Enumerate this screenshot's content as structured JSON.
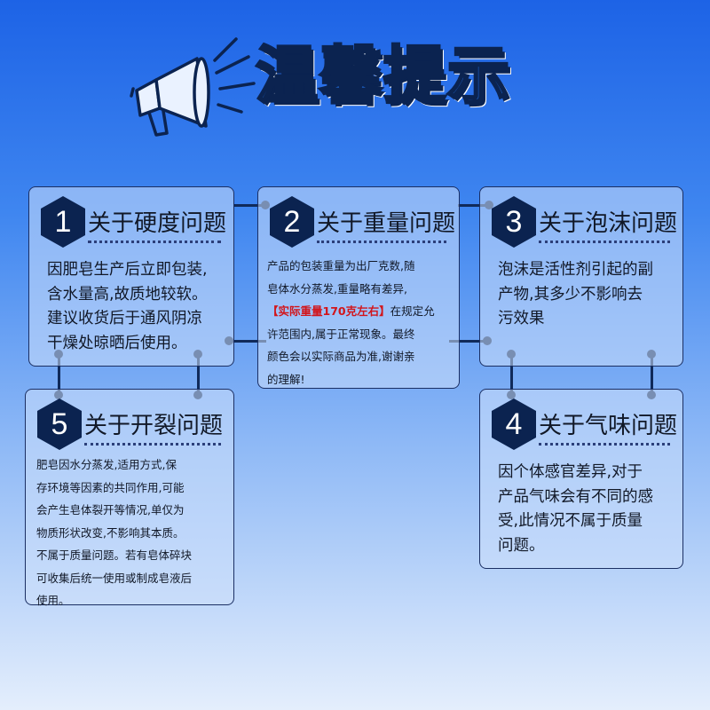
{
  "title": "温馨提示",
  "colors": {
    "accent": "#1f6fe0",
    "navy": "#0b2350",
    "highlight": "#d2151b"
  },
  "cards": [
    {
      "number": "1",
      "title": "关于硬度问题",
      "body": "因肥皂生产后立即包装,\n含水量高,故质地较软。\n建议收货后于通风阴凉\n干燥处晾晒后使用。"
    },
    {
      "number": "2",
      "title": "关于重量问题",
      "body_before": "产品的包装重量为出厂克数,随\n皂体水分蒸发,重量略有差异,\n",
      "highlight": "【实际重量170克左右】",
      "body_after": "在规定允\n许范围内,属于正常现象。最终\n颜色会以实际商品为准,谢谢亲\n的理解!"
    },
    {
      "number": "3",
      "title": "关于泡沫问题",
      "body": "泡沫是活性剂引起的副\n产物,其多少不影响去\n污效果"
    },
    {
      "number": "4",
      "title": "关于气味问题",
      "body": "因个体感官差异,对于\n产品气味会有不同的感\n受,此情况不属于质量\n问题。"
    },
    {
      "number": "5",
      "title": "关于开裂问题",
      "body": "肥皂因水分蒸发,适用方式,保\n存环境等因素的共同作用,可能\n会产生皂体裂开等情况,单仅为\n物质形状改变,不影响其本质。\n不属于质量问题。若有皂体碎块\n可收集后统一使用或制成皂液后\n使用。"
    }
  ]
}
